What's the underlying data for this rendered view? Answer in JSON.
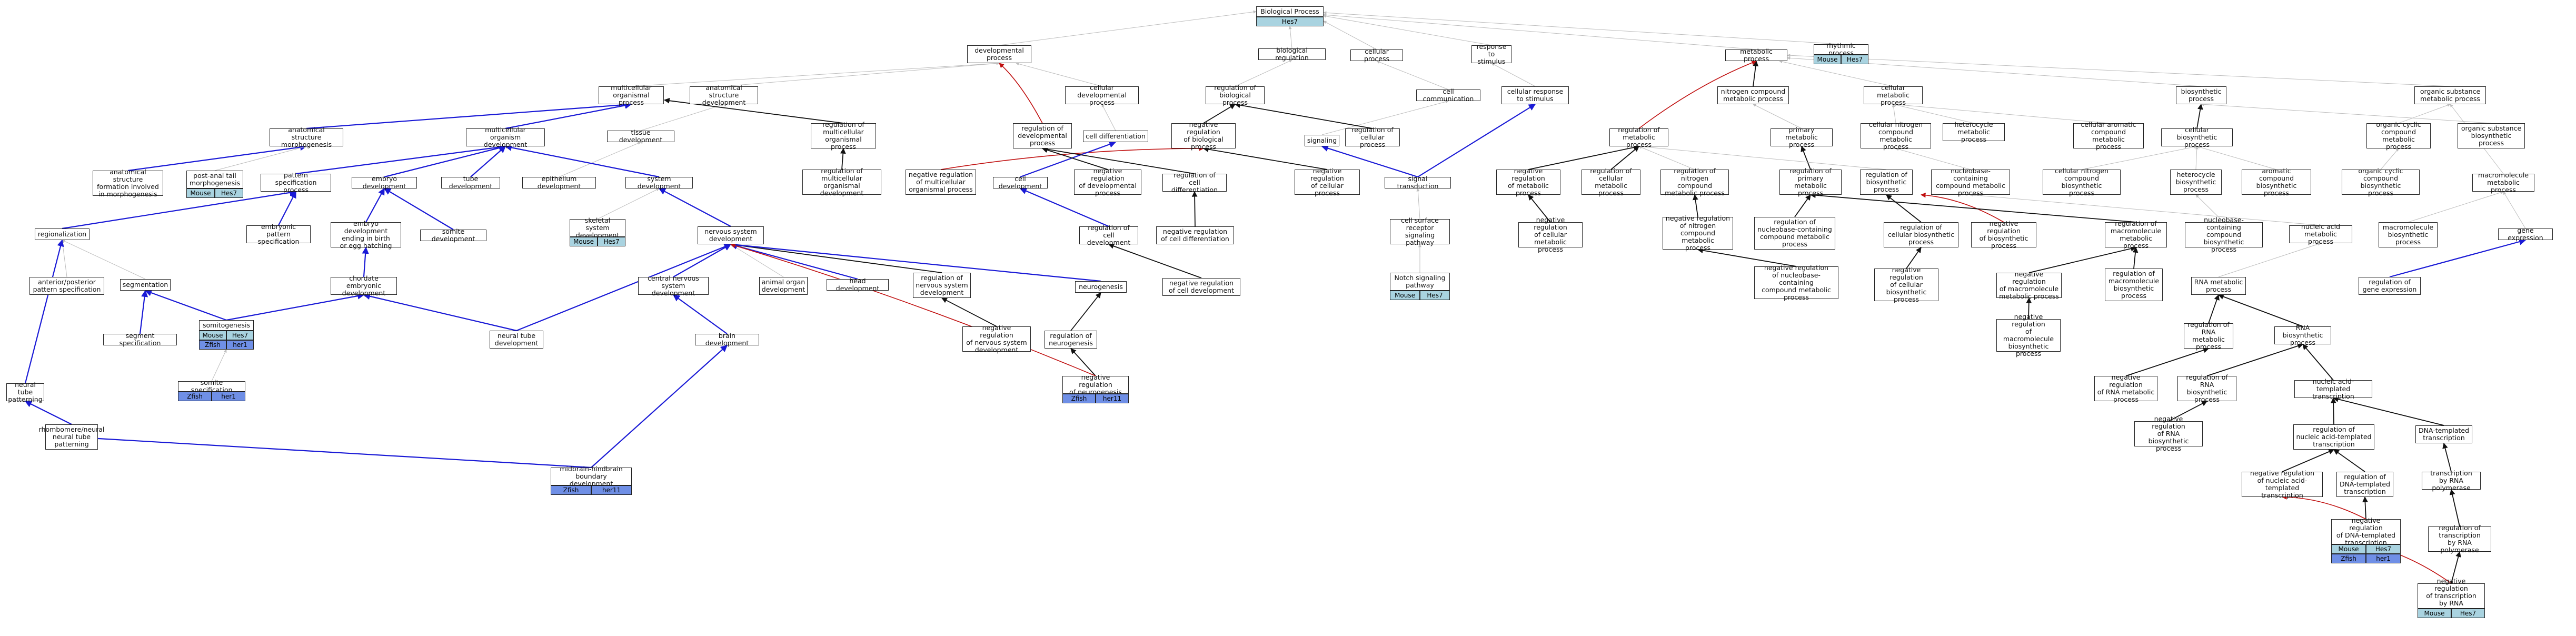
{
  "colors": {
    "blue_edge": "#1a1ad6",
    "red_edge": "#c01010",
    "black_edge": "#111111",
    "grey_edge": "#bdbdbd",
    "species_teal": "#a9d3e0",
    "species_blue": "#6f8fe6"
  },
  "nodes": {
    "bp": "Biological Process",
    "dev_proc": "developmental\nprocess",
    "bio_reg": "biological regulation",
    "cell_proc": "cellular process",
    "resp_stim": "response to\nstimulus",
    "rhythmic": "rhythmic process",
    "metab": "metabolic process",
    "multi_proc": "multicellular\norganismal process",
    "anat_dev": "anatomical structure\ndevelopment",
    "cell_dev_proc": "cellular developmental\nprocess",
    "reg_bio": "regulation of\nbiological process",
    "cell_comm": "cell communication",
    "cell_resp": "cellular response\nto stimulus",
    "nitrogen": "nitrogen compound\nmetabolic process",
    "cell_metab": "cellular metabolic\nprocess",
    "biosyn": "biosynthetic\nprocess",
    "org_sub": "organic substance\nmetabolic process",
    "anat_morph": "anatomical structure\nmorphogenesis",
    "tissue_dev": "tissue development",
    "multi_dev": "multicellular\norganism development",
    "reg_multi_proc": "regulation of\nmulticellular\norganismal process",
    "reg_dev_proc": "regulation of\ndevelopmental\nprocess",
    "cell_diff": "cell differentiation",
    "neg_reg_bio": "negative regulation\nof biological\nprocess",
    "signaling": "signaling",
    "reg_cell_proc": "regulation of\ncellular process",
    "sig_trans": "signal transduction",
    "reg_metab": "regulation of\nmetabolic process",
    "primary": "primary metabolic\nprocess",
    "cell_nitrogen": "cellular nitrogen\ncompound metabolic\nprocess",
    "heterocycle": "heterocycle\nmetabolic process",
    "cell_aromatic": "cellular aromatic\ncompound metabolic\nprocess",
    "cell_biosyn": "cellular biosynthetic\nprocess",
    "org_cyclic": "organic cyclic\ncompound metabolic\nprocess",
    "org_sub_biosyn": "organic substance\nbiosynthetic\nprocess",
    "ant_morph": "anatomical structure\nformation involved\nin morphogenesis",
    "post_tail": "post-anal tail\nmorphogenesis",
    "pattern": "pattern specification\nprocess",
    "embryo": "embryo development",
    "tube": "tube development",
    "epithelium": "epithelium development",
    "system": "system development",
    "reg_multi_dev": "regulation of\nmulticellular\norganismal development",
    "neg_reg_multi": "negative regulation\nof multicellular\norganismal process",
    "cell_devt": "cell development",
    "neg_reg_dev": "negative regulation\nof developmental\nprocess",
    "reg_cell_diff": "regulation of\ncell differentiation",
    "neg_reg_cell": "negative regulation\nof cellular\nprocess",
    "neg_reg_metab": "negative regulation\nof metabolic\nprocess",
    "reg_cell_metab": "regulation of\ncellular metabolic\nprocess",
    "reg_nitrogen": "regulation of\nnitrogen compound\nmetabolic process",
    "reg_primary": "regulation of\nprimary metabolic\nprocess",
    "reg_biosyn": "regulation of\nbiosynthetic\nprocess",
    "nucleobase": "nucleobase-containing\ncompound metabolic\nprocess",
    "cell_nitro_biosyn": "cellular nitrogen\ncompound biosynthetic\nprocess",
    "hetero_biosyn": "heterocycle\nbiosynthetic\nprocess",
    "arom_biosyn": "aromatic compound\nbiosynthetic\nprocess",
    "org_cyc_biosyn": "organic cyclic\ncompound biosynthetic\nprocess",
    "macromol": "macromolecule\nmetabolic process",
    "regionalization": "regionalization",
    "skeletal": "skeletal system\ndevelopment",
    "embryonic_pat": "embryonic pattern\nspecification",
    "embryo_birth": "embryo development\nending in birth\nor egg hatching",
    "somite_dev": "somite development",
    "nervous": "nervous system\ndevelopment",
    "reg_cell_dev": "regulation of\ncell development",
    "neg_reg_cell_diff": "negative regulation\nof cell differentiation",
    "cell_surface": "cell surface\nreceptor signaling\npathway",
    "neg_reg_cell_metab": "negative regulation\nof cellular\nmetabolic process",
    "neg_reg_nitrogen": "negative regulation\nof nitrogen\ncompound metabolic\nprocess",
    "reg_nucleobase": "regulation of\nnucleobase-containing\ncompound metabolic\nprocess",
    "reg_cell_biosyn": "regulation of\ncellular biosynthetic\nprocess",
    "neg_reg_biosyn": "negative regulation\nof biosynthetic\nprocess",
    "reg_macro_metab": "regulation of\nmacromolecule\nmetabolic process",
    "nucleobase_biosyn": "nucleobase-containing\ncompound biosynthetic\nprocess",
    "nucleic": "nucleic acid\nmetabolic process",
    "macro_biosyn": "macromolecule\nbiosynthetic\nprocess",
    "gene_expr": "gene expression",
    "ap_pattern": "anterior/posterior\npattern specification",
    "segmentation": "segmentation",
    "chordate": "chordate embryonic\ndevelopment",
    "cns": "central nervous\nsystem development",
    "animal_organ": "animal organ\ndevelopment",
    "head": "head development",
    "reg_ns": "regulation of\nnervous system\ndevelopment",
    "neurogenesis": "neurogenesis",
    "notch": "Notch signaling\npathway",
    "neg_reg_nucleo": "negative regulation\nof nucleobase-containing\ncompound metabolic\nprocess",
    "neg_reg_cell_biosyn": "negative regulation\nof cellular\nbiosynthetic\nprocess",
    "neg_reg_macro_metab": "negative regulation\nof macromolecule\nmetabolic process",
    "reg_macro_biosyn": "regulation of\nmacromolecule\nbiosynthetic\nprocess",
    "rna_metab": "RNA metabolic\nprocess",
    "reg_gene_expr": "regulation of\ngene expression",
    "somitogenesis": "somitogenesis",
    "segment_spec": "segment specification",
    "neural_tube": "neural tube\ndevelopment",
    "brain": "brain development",
    "neg_reg_ns": "negative regulation\nof nervous system\ndevelopment",
    "reg_neurogenesis": "regulation of\nneurogenesis",
    "neg_reg_cell_dev": "negative regulation\nof cell development",
    "neg_reg_macro_biosyn": "negative regulation\nof macromolecule\nbiosynthetic\nprocess",
    "reg_rna_metab": "regulation of\nRNA metabolic\nprocess",
    "rna_biosyn": "RNA biosynthetic\nprocess",
    "somite_spec": "somite specification",
    "neural_tube_pat": "neural tube\npatterning",
    "neg_reg_neurogenesis": "negative regulation\nof neurogenesis",
    "neg_reg_rna_metab": "negative regulation\nof RNA metabolic\nprocess",
    "reg_rna_biosyn": "regulation of\nRNA biosynthetic\nprocess",
    "nucleic_templated": "nucleic acid-templated\ntranscription",
    "rhombo": "rhombomere/neural\nneural tube\npatterning",
    "neg_reg_rna_biosyn": "negative regulation\nof RNA biosynthetic\nprocess",
    "reg_nucleic_trans": "regulation of\nnucleic acid-templated\ntranscription",
    "dna_templated": "DNA-templated\ntranscription",
    "midbrain": "midbrain-hindbrain\nboundary development",
    "neg_reg_nucleic_trans": "negative regulation\nof nucleic acid-templated\ntranscription",
    "reg_dna_trans": "regulation of\nDNA-templated\ntranscription",
    "trans_rnap": "transcription\nby RNA polymerase",
    "neg_reg_dna_trans": "negative regulation\nof DNA-templated\ntranscription",
    "reg_trans_rnap": "regulation of\ntranscription\nby RNA polymerase",
    "neg_reg_trans_rnap": "negative regulation\nof transcription\nby RNA polymerase"
  },
  "tags": {
    "bp_hes7": "Hes7",
    "rhythmic_mouse": "Mouse",
    "rhythmic_hes7": "Hes7",
    "post_tail_mouse": "Mouse",
    "post_tail_hes7": "Hes7",
    "skeletal_mouse": "Mouse",
    "skeletal_hes7": "Hes7",
    "notch_mouse": "Mouse",
    "notch_hes7": "Hes7",
    "somito_mouse": "Mouse",
    "somito_hes7": "Hes7",
    "somito_zfish": "Zfish",
    "somito_her1": "her1",
    "somite_spec_zfish": "Zfish",
    "somite_spec_her1": "her1",
    "neg_neuro_zfish": "Zfish",
    "neg_neuro_her11": "her11",
    "midbrain_zfish": "Zfish",
    "midbrain_her11": "her11",
    "neg_dna_mouse": "Mouse",
    "neg_dna_hes7": "Hes7",
    "neg_dna_zfish": "Zfish",
    "neg_dna_her1": "her1",
    "neg_rnap_mouse": "Mouse",
    "neg_rnap_hes7": "Hes7"
  }
}
